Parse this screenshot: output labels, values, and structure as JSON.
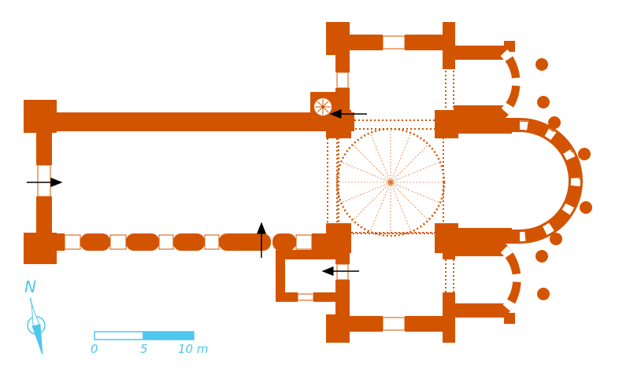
{
  "colors": {
    "wall": "#d35400",
    "accent": "#4dc8ee",
    "arrow": "#000000",
    "background": "#ffffff"
  },
  "compass": {
    "label": "N",
    "icon": "north-arrow-icon"
  },
  "scale_bar": {
    "labels": [
      "0",
      "5",
      "10 m"
    ]
  },
  "plan": {
    "icon": "church-floor-plan",
    "entrance_arrows": [
      "west-entrance",
      "north-nave-entrance",
      "stair-turret-entrance",
      "south-annex-entrance"
    ]
  }
}
